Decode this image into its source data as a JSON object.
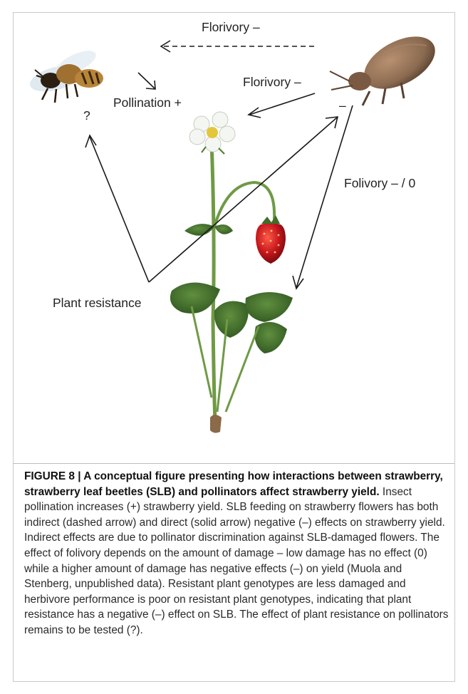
{
  "figure": {
    "labels": {
      "florivory_top": "Florivory  –",
      "florivory_mid": "Florivory  –",
      "pollination": "Pollination +",
      "question": "?",
      "beetle_effect": "–",
      "folivory": "Folivory  – / 0",
      "plant_resistance": "Plant resistance"
    },
    "colors": {
      "arrow": "#1a1a1a",
      "leaf": "#3f6e2a",
      "stem": "#6f9a45",
      "berry": "#c4161c",
      "beetle": "#8a6a50",
      "bee": "#a07030"
    }
  },
  "caption": {
    "figure_number": "FIGURE 8 | ",
    "title": "A conceptual figure presenting how interactions between strawberry, strawberry leaf beetles (SLB) and pollinators affect strawberry yield.",
    "body": " Insect pollination increases (+) strawberry yield. SLB feeding on strawberry flowers has both indirect (dashed arrow) and direct (solid arrow) negative (–) effects on strawberry yield. Indirect effects are due to pollinator discrimination against SLB-damaged flowers. The effect of folivory depends on the amount of damage – low damage has no effect (0) while a higher amount of damage has negative effects (–) on yield (Muola and Stenberg, unpublished data). Resistant plant genotypes are less damaged and herbivore performance is poor on resistant plant genotypes, indicating that plant resistance has a negative (–) effect on SLB. The effect of plant resistance on pollinators remains to be tested (?)."
  }
}
